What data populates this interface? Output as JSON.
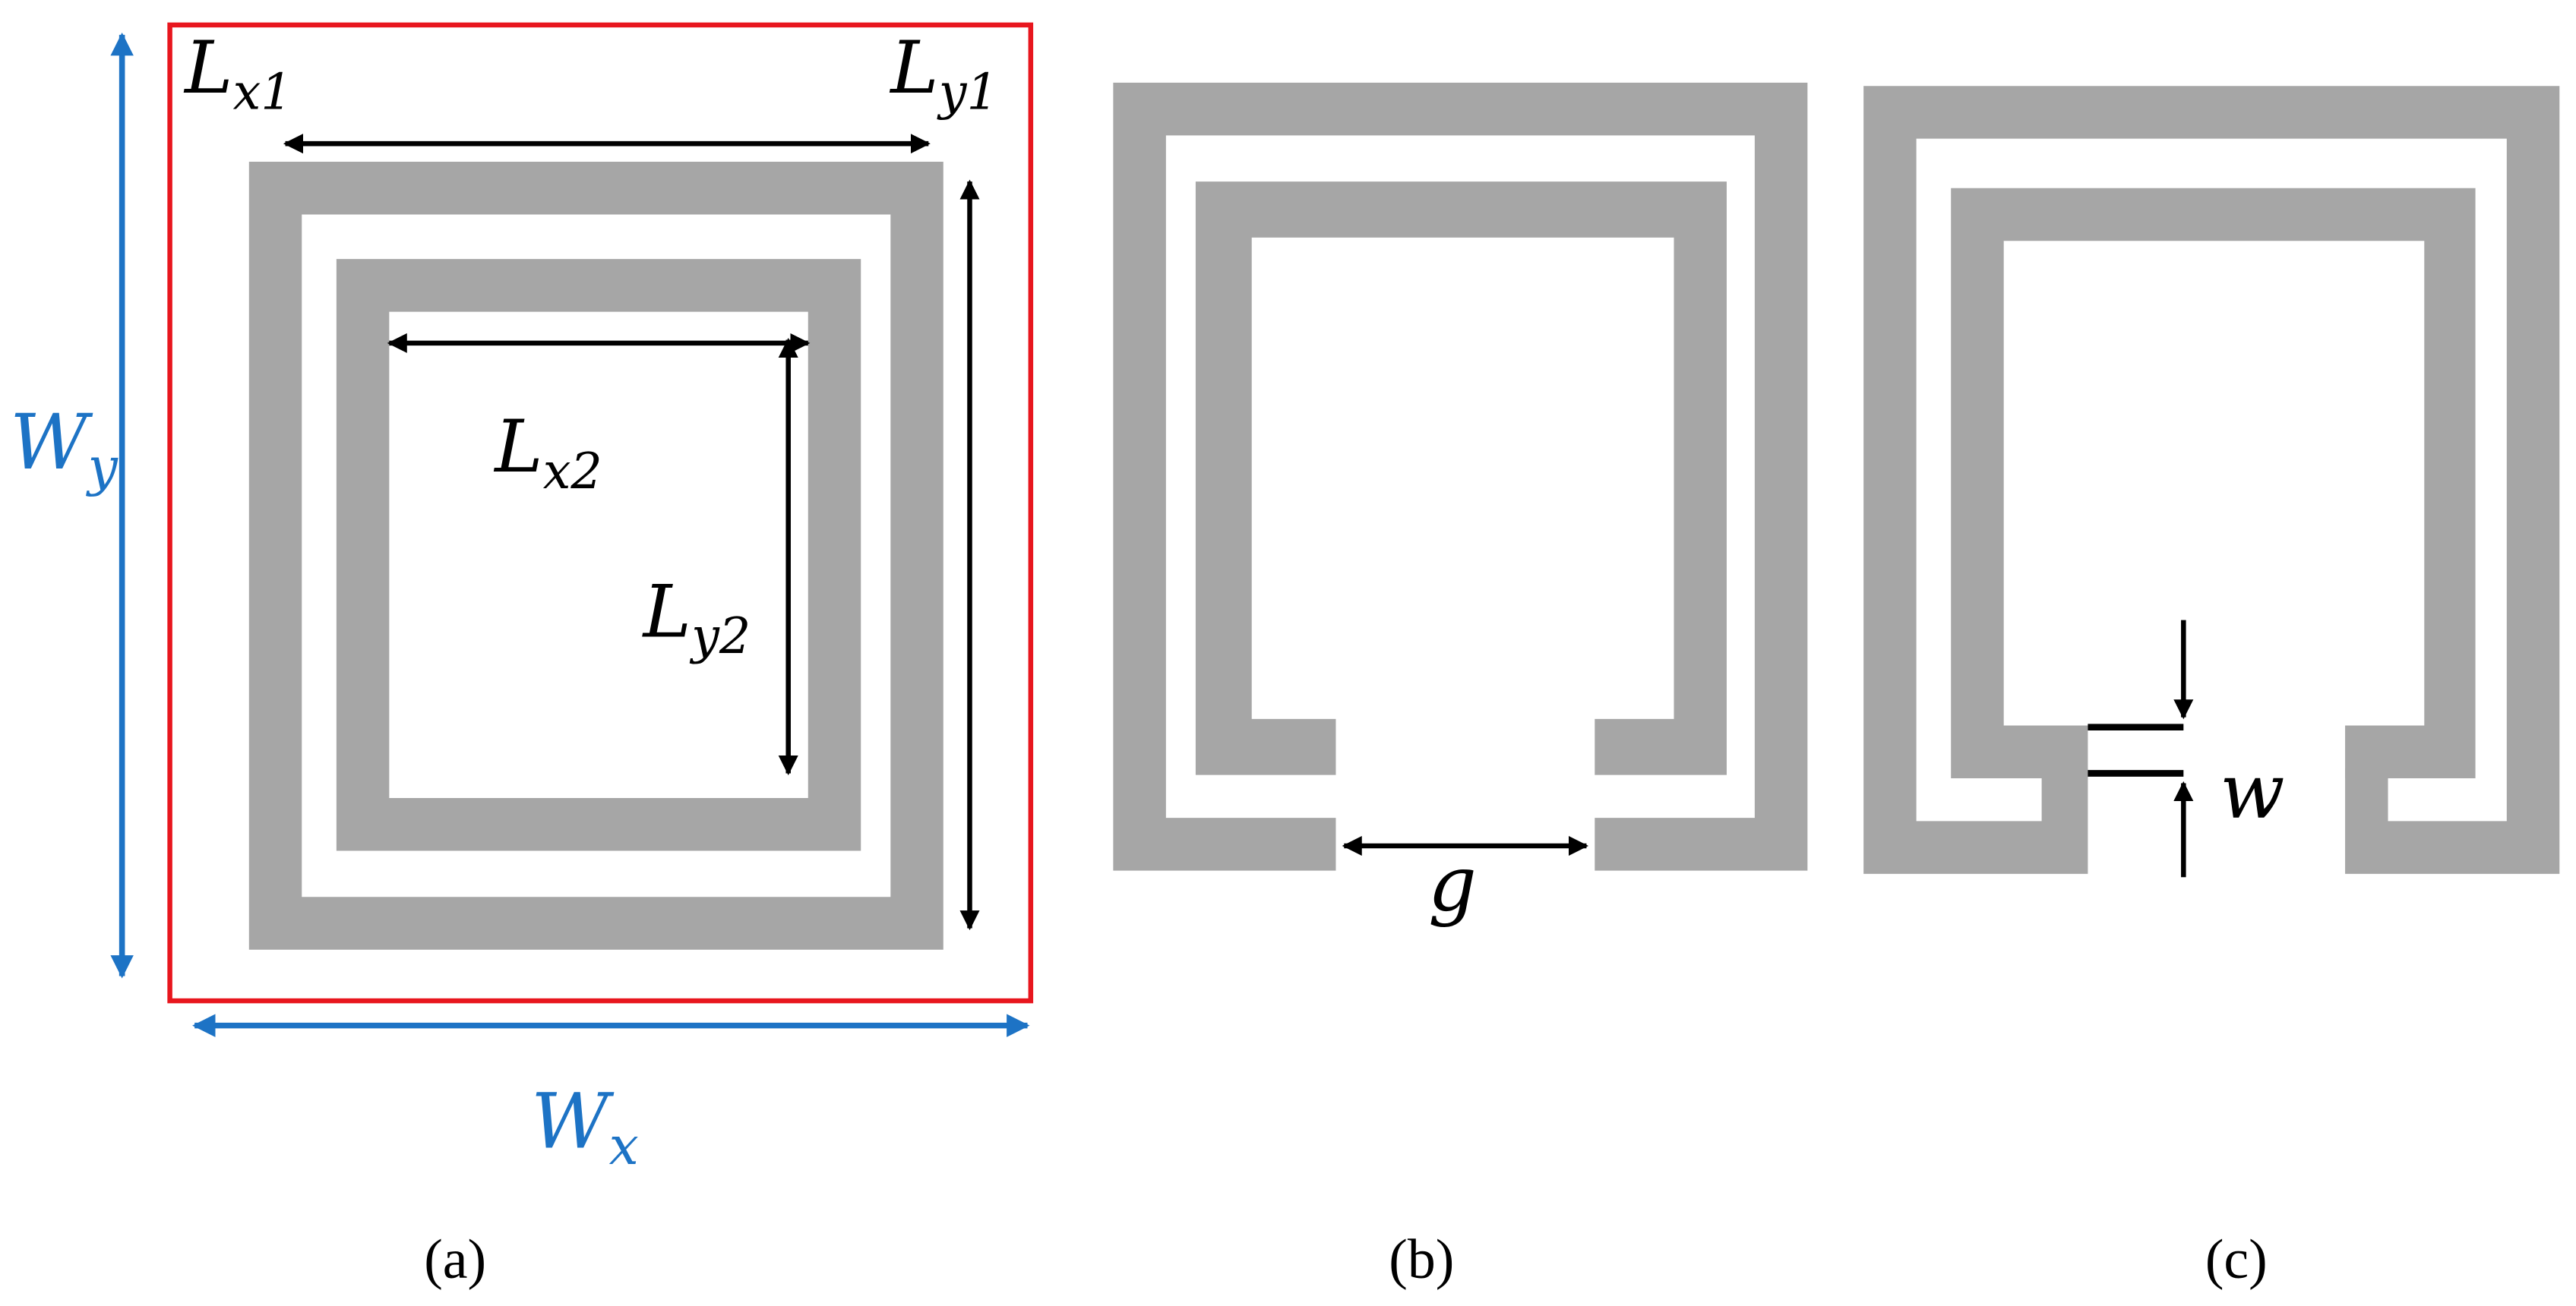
{
  "colors": {
    "metal": "#a6a6a6",
    "cell_border": "#e8161e",
    "cell_dimension": "#1d73c5",
    "arrow": "#000000",
    "background": "#ffffff"
  },
  "panel_a": {
    "caption": "(a)",
    "labels": {
      "lx1": {
        "main": "L",
        "sub": "x1"
      },
      "ly1": {
        "main": "L",
        "sub": "y1"
      },
      "lx2": {
        "main": "L",
        "sub": "x2"
      },
      "ly2": {
        "main": "L",
        "sub": "y2"
      },
      "wx": {
        "main": "W",
        "sub": "x"
      },
      "wy": {
        "main": "W",
        "sub": "y"
      }
    }
  },
  "panel_b": {
    "caption": "(b)",
    "labels": {
      "g": "g"
    }
  },
  "panel_c": {
    "caption": "(c)",
    "labels": {
      "w": "w"
    }
  }
}
